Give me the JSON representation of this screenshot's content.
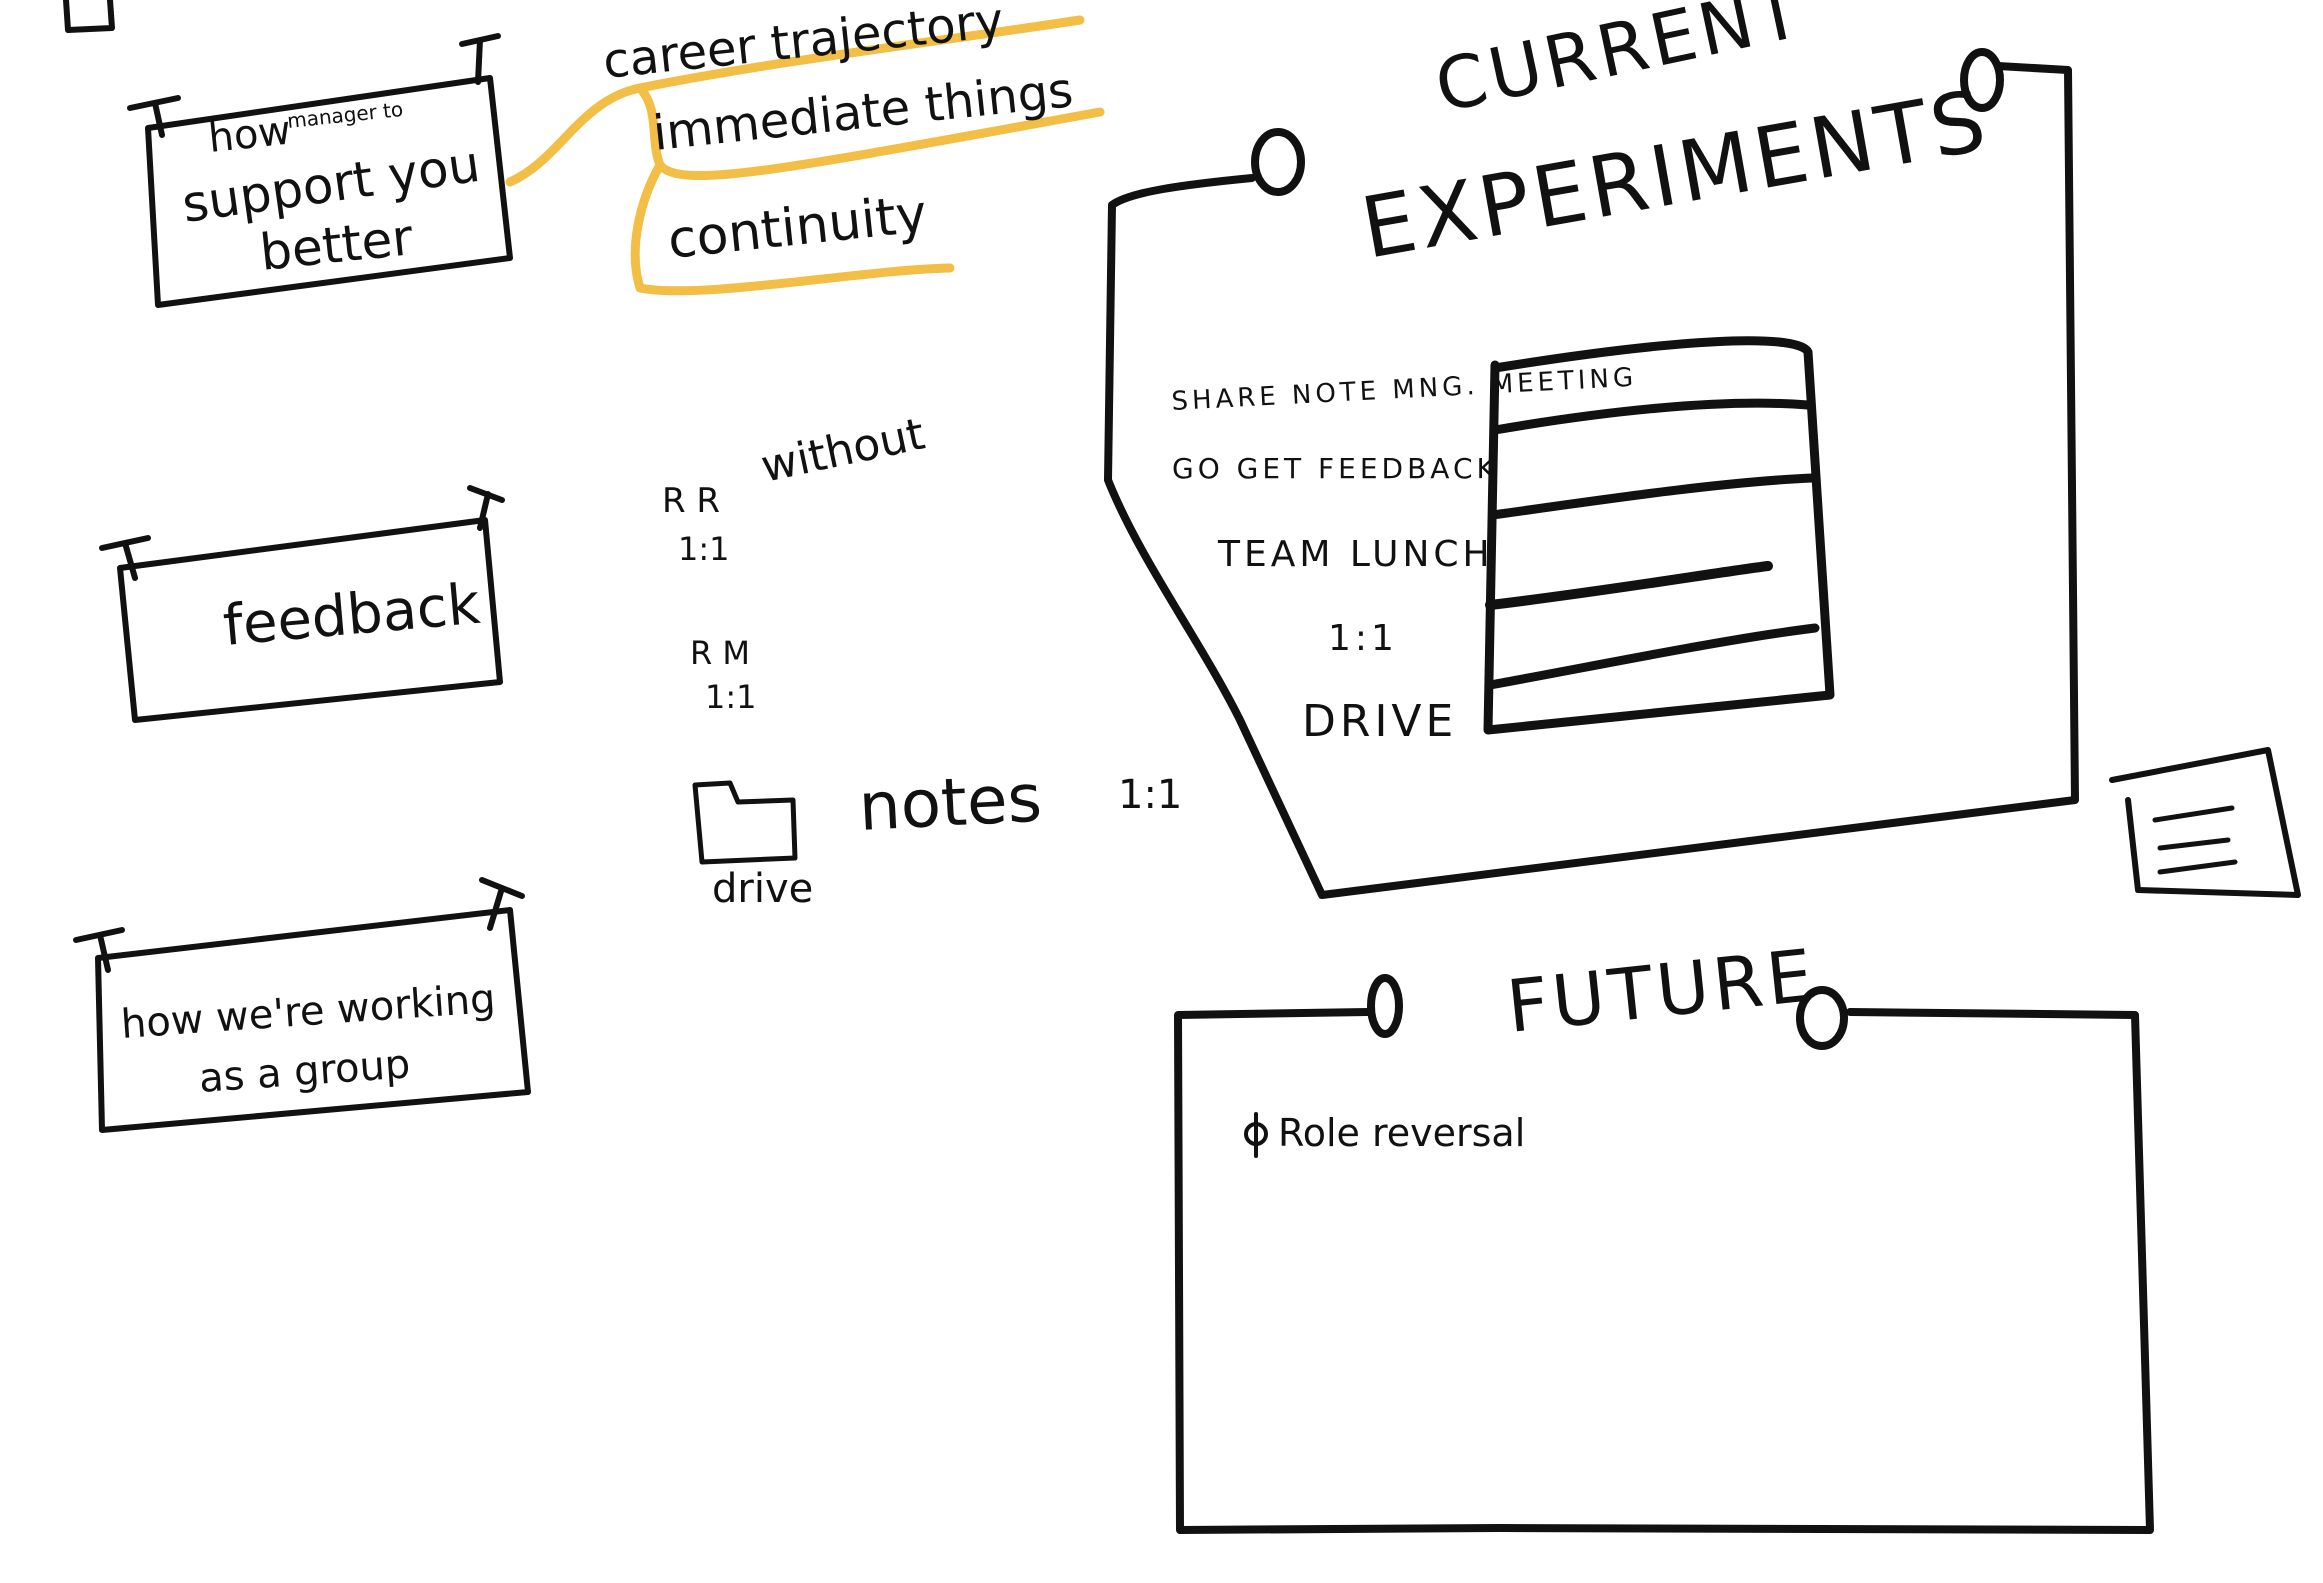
{
  "colors": {
    "ink": "#111111",
    "highlight": "#F2BE45",
    "background": "#ffffff"
  },
  "signs": {
    "support": {
      "line1": "how",
      "small": "manager to",
      "line2": "support you",
      "line3": "better"
    },
    "feedback": {
      "label": "feedback"
    },
    "group": {
      "line1": "how we're working",
      "line2": "as a group"
    }
  },
  "topics": [
    "career trajectory",
    "immediate things",
    "continuity"
  ],
  "pairs": {
    "without": "without",
    "rr": "R R",
    "rr_ratio": "1:1",
    "rm": "R M",
    "rm_ratio": "1:1"
  },
  "notes": {
    "folder_label": "drive",
    "text": "notes",
    "ratio": "1:1"
  },
  "current": {
    "title_line1": "CURRENT",
    "title_line2": "EXPERIMENTS",
    "items": [
      "SHARE NOTE MNG. MEETING",
      "GO GET FEEDBACK",
      "TEAM LUNCH",
      "1:1",
      "DRIVE"
    ]
  },
  "future": {
    "title": "FUTURE",
    "item": "Role reversal"
  }
}
